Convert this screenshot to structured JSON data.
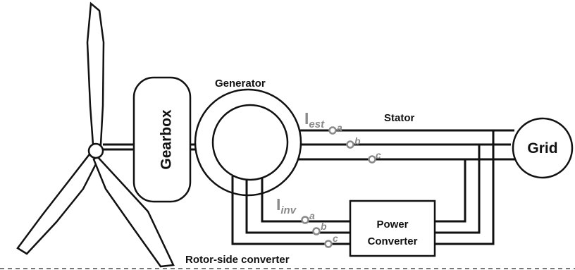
{
  "labels": {
    "generator": "Generator",
    "gearbox": "Gearbox",
    "stator": "Stator",
    "grid": "Grid",
    "power_converter_line1": "Power",
    "power_converter_line2": "Converter",
    "rotor_side_converter": "Rotor-side converter"
  },
  "measurements": {
    "stator_current": {
      "symbol": "I",
      "subscript": "est"
    },
    "inverter_current": {
      "symbol": "I",
      "subscript": "inv"
    },
    "phases": [
      "a",
      "b",
      "c"
    ]
  },
  "colors": {
    "line": "#111111",
    "measurement": "#8a8a8a",
    "background": "#ffffff"
  }
}
